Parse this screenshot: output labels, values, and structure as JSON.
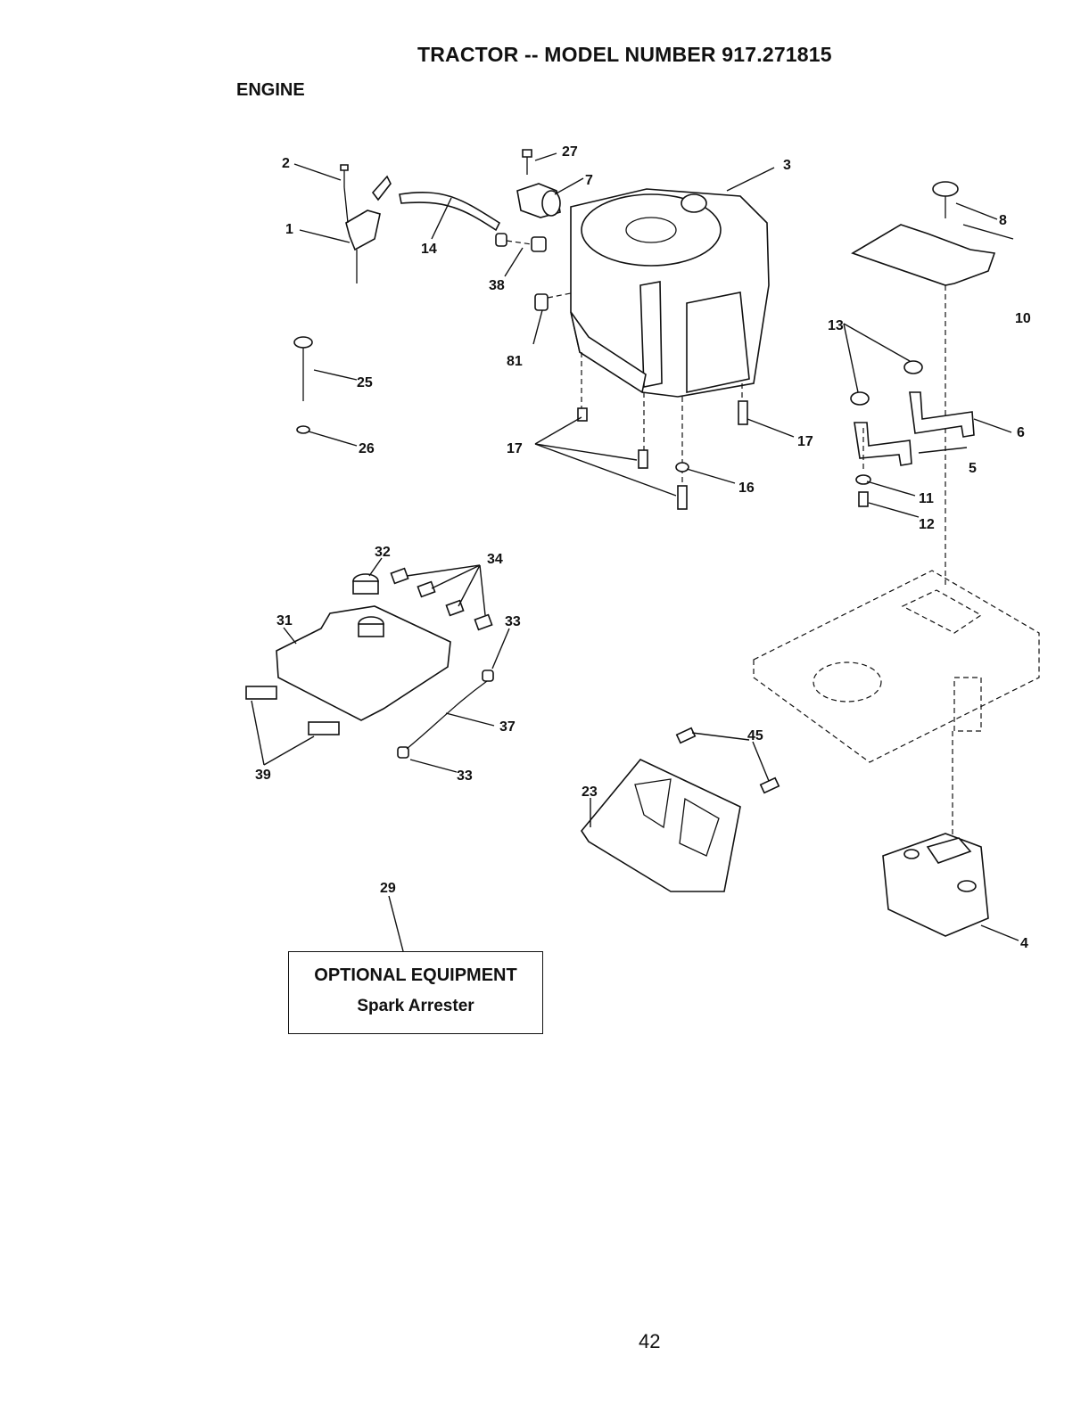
{
  "header": {
    "title": "TRACTOR -- MODEL NUMBER 917.271815",
    "section": "ENGINE"
  },
  "callouts": {
    "c1": "1",
    "c2": "2",
    "c3": "3",
    "c4": "4",
    "c5": "5",
    "c6": "6",
    "c7": "7",
    "c8": "8",
    "c10": "10",
    "c11": "11",
    "c12": "12",
    "c13": "13",
    "c14": "14",
    "c16": "16",
    "c17a": "17",
    "c17b": "17",
    "c23": "23",
    "c25": "25",
    "c26": "26",
    "c27": "27",
    "c29": "29",
    "c31": "31",
    "c32": "32",
    "c33a": "33",
    "c33b": "33",
    "c34": "34",
    "c37": "37",
    "c38": "38",
    "c39": "39",
    "c45": "45",
    "c81": "81"
  },
  "optional_equipment": {
    "heading": "OPTIONAL EQUIPMENT",
    "item": "Spark Arrester"
  },
  "footer": {
    "page_number": "42"
  }
}
